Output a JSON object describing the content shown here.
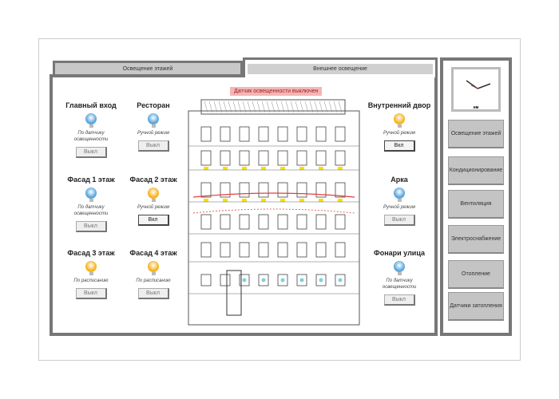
{
  "tabs": [
    {
      "label": "Освещение этажей",
      "active": false
    },
    {
      "label": "Внешнее освещение",
      "active": true
    }
  ],
  "sensor_banner": "Датчик освещенности выключен",
  "lights": [
    {
      "name": "Главный вход",
      "mode": "По датчику освещенности",
      "button": "Выкл",
      "state": "off"
    },
    {
      "name": "Ресторан",
      "mode": "Ручной режим",
      "button": "Выкл",
      "state": "off"
    },
    {
      "name": "Фасад 1 этаж",
      "mode": "По датчику освещенности",
      "button": "Выкл",
      "state": "off"
    },
    {
      "name": "Фасад 2 этаж",
      "mode": "Ручной режим",
      "button": "Вкл",
      "state": "on"
    },
    {
      "name": "Фасад 3 этаж",
      "mode": "По расписанию",
      "button": "Выкл",
      "state": "on"
    },
    {
      "name": "Фасад 4 этаж",
      "mode": "По расписанию",
      "button": "Выкл",
      "state": "on"
    },
    {
      "name": "Внутренний двор",
      "mode": "Ручной режим",
      "button": "Вкл",
      "state": "on"
    },
    {
      "name": "Арка",
      "mode": "Ручной режим",
      "button": "Выкл",
      "state": "off"
    },
    {
      "name": "Фонари улица",
      "mode": "По датчику освещенности",
      "button": "Выкл",
      "state": "off"
    }
  ],
  "colors": {
    "on": "#f7b21c",
    "off": "#5aa6dc"
  },
  "clock": {
    "label": "нм"
  },
  "nav": [
    "Освещение этажей",
    "Кондиционирование",
    "Вентиляция",
    "Электроснабжение",
    "Отопление",
    "Датчики затопления"
  ]
}
